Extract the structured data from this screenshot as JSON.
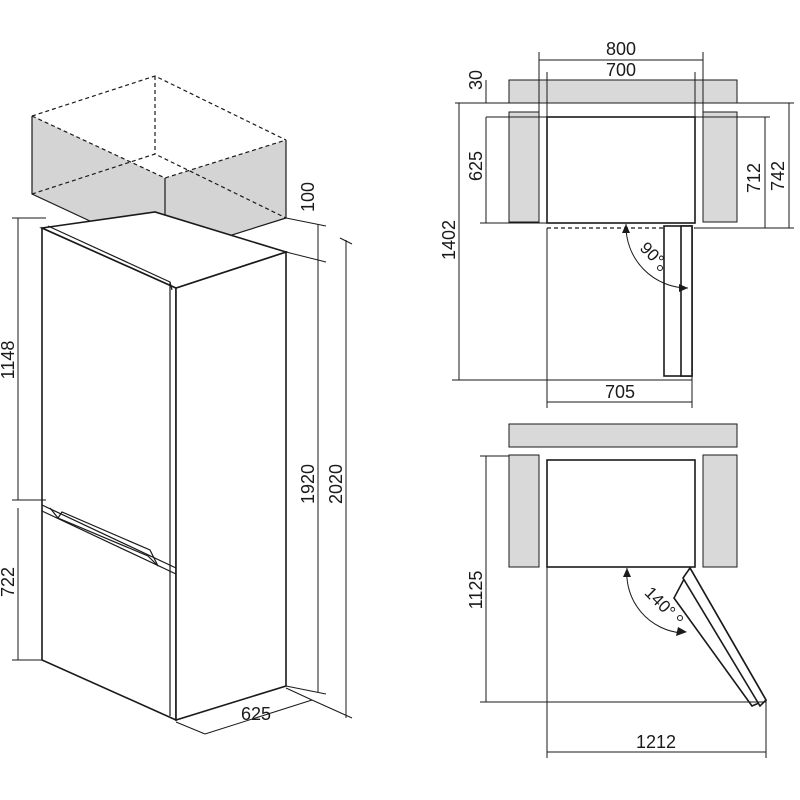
{
  "diagram": {
    "front_view": {
      "depth": "625",
      "height_total": "2020",
      "height_body": "1920",
      "top_clearance": "100",
      "upper_door": "1148",
      "lower_door": "722"
    },
    "top_view_90": {
      "niche_outer_width": "800",
      "niche_inner_width": "700",
      "top_thickness": "30",
      "niche_depth": "625",
      "depth_a": "712",
      "depth_b": "742",
      "total_depth": "1402",
      "open_width": "705",
      "angle": "90°"
    },
    "top_view_140": {
      "total_depth": "1125",
      "total_width": "1212",
      "angle": "140°"
    }
  },
  "colors": {
    "line": "#1a1a1a",
    "wall": "#d9d9d9",
    "box_fill": "#d4d4d4"
  }
}
